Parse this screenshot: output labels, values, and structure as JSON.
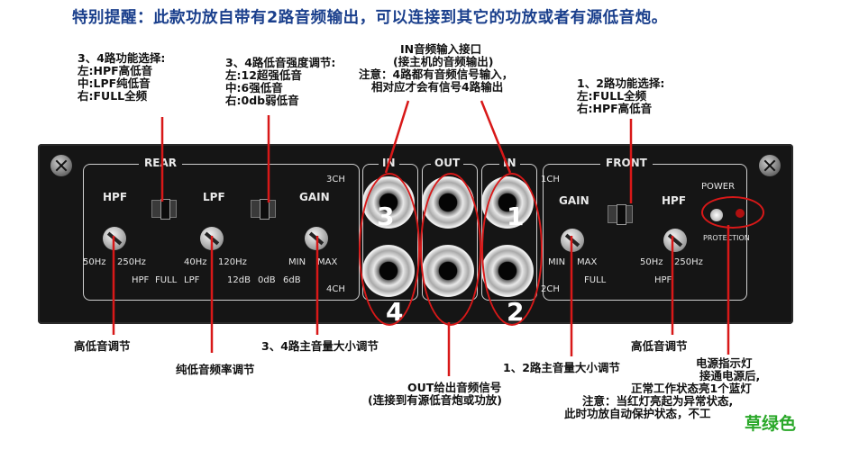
{
  "headline": "特别提醒：此款功放自带有2路音频输出，可以连接到其它的功放或者有源低音炮。",
  "callouts": {
    "func34": [
      "3、4路功能选择:",
      "左:HPF高低音",
      "中:LPF纯低音",
      "右:FULL全频"
    ],
    "bass34": [
      "3、4路低音强度调节:",
      "左:12超强低音",
      "中:6强低音",
      "右:0db弱低音"
    ],
    "in_port": [
      "IN音频输入接口",
      "(接主机的音频输出)",
      "注意：4路都有音频信号输入，",
      "相对应才会有信号4路输出"
    ],
    "func12": [
      "1、2路功能选择:",
      "左:FULL全频",
      "右:HPF高低音"
    ],
    "hpf_left": "高低音调节",
    "lpf": "纯低音频率调节",
    "gain34": "3、4路主音量大小调节",
    "out": [
      "OUT给出音频信号",
      "(连接到有源低音炮或功放)"
    ],
    "gain12": "1、2路主音量大小调节",
    "hpf_right": "高低音调节",
    "power": [
      "电源指示灯",
      "接通电源后,",
      "正常工作状态亮1个蓝灯",
      "注意：当红灯亮起为异常状态,",
      "此时功放自动保护状态，不工"
    ]
  },
  "panel": {
    "rear": "REAR",
    "front": "FRONT",
    "in_left": "IN",
    "out": "OUT",
    "in_right": "IN",
    "ch3": "3CH",
    "ch4": "4CH",
    "ch1": "1CH",
    "ch2": "2CH",
    "hpf": "HPF",
    "lpf": "LPF",
    "gain": "GAIN",
    "hz50": "50Hz",
    "hz250": "250Hz",
    "hz40": "40Hz",
    "hz120": "120Hz",
    "sw_hpf": "HPF",
    "sw_full": "FULL",
    "sw_lpf": "LPF",
    "db12": "12dB",
    "db0": "0dB",
    "db6": "6dB",
    "min": "MIN",
    "max": "MAX",
    "power": "POWER",
    "protection": "PROTECTION",
    "num3": "3",
    "num4": "4",
    "num1": "1",
    "num2": "2"
  },
  "watermark": "草绿色",
  "colors": {
    "headline": "#1a3f8c",
    "annotation_line": "#d81818",
    "watermark": "#2aa829"
  }
}
